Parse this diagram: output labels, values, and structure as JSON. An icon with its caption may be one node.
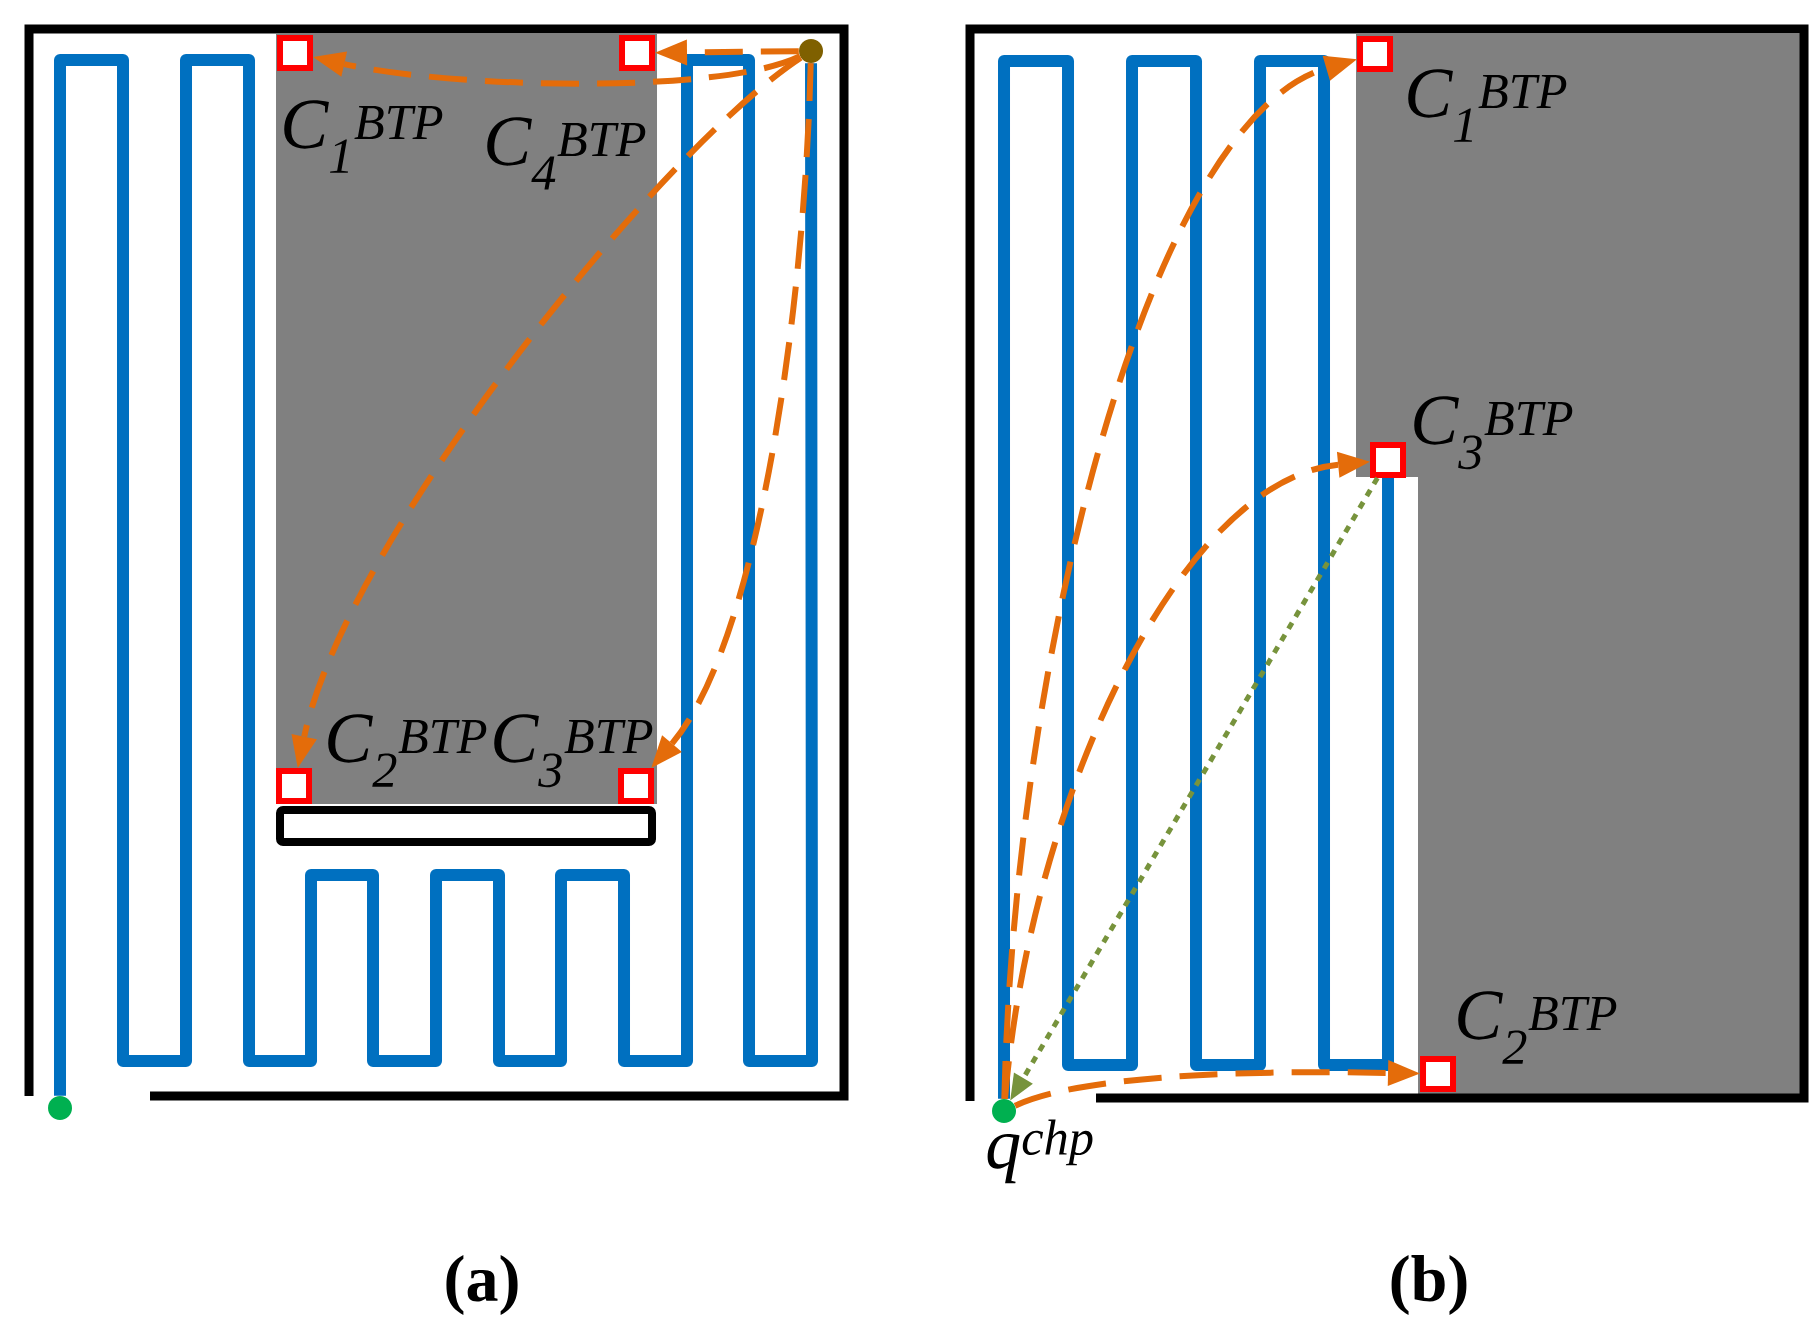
{
  "diagram": {
    "nodes": [
      {
        "text": [],
        "shape": "box",
        "beside": [
          "C$_{1}$$^{BTP}$"
        ]
      },
      {
        "text": [],
        "shape": "box",
        "beside": [
          "C$_{4}$$^{BTP}$"
        ]
      },
      {
        "text": [],
        "shape": "circle"
      },
      {
        "text": [],
        "shape": "box",
        "beside": [
          "C$_{2}$$^{BTP}$"
        ]
      },
      {
        "text": [],
        "shape": "box",
        "beside": [
          "C$_{3}$$^{BTP}$"
        ]
      },
      {
        "text": [],
        "shape": "box",
        "beside": [
          "C$_{1}$$^{BTP}$"
        ]
      },
      {
        "text": [],
        "shape": "box",
        "beside": [
          "C$_{3}$$^{BTP}$"
        ]
      },
      {
        "text": [],
        "shape": "box",
        "beside": [
          "C$_{2}$$^{BTP}$"
        ]
      },
      {
        "text": [],
        "shape": "circle",
        "beside": [
          "q$^{chp}$"
        ]
      },
      {
        "text": [],
        "shape": "circle"
      }
    ],
    "edges": [
      {
        "from": 2,
        "to": 0,
        "arrow": "to",
        "style": "dashed"
      },
      {
        "from": 2,
        "to": 1,
        "arrow": "to",
        "style": "dashed"
      },
      {
        "from": 2,
        "to": 3,
        "arrow": "to",
        "style": "dashed"
      },
      {
        "from": 2,
        "to": 4,
        "arrow": "to",
        "style": "dashed"
      },
      {
        "from": 8,
        "to": 5,
        "arrow": "to",
        "style": "dashed"
      },
      {
        "from": 8,
        "to": 6,
        "arrow": "to",
        "style": "dashed"
      },
      {
        "from": 8,
        "to": 7,
        "arrow": "to",
        "style": "dashed"
      },
      {
        "from": 6,
        "to": 8,
        "arrow": "to",
        "style": "dashed",
        "color": "#77933c"
      },
      {
        "from": 9,
        "to": 2,
        "arrow": "none",
        "style": "thick",
        "color": "#0070c0"
      },
      {
        "from": 8,
        "to": 6,
        "arrow": "none",
        "style": "thick",
        "color": "#0070c0"
      }
    ],
    "labels": [
      "(a)",
      "(b)"
    ]
  }
}
